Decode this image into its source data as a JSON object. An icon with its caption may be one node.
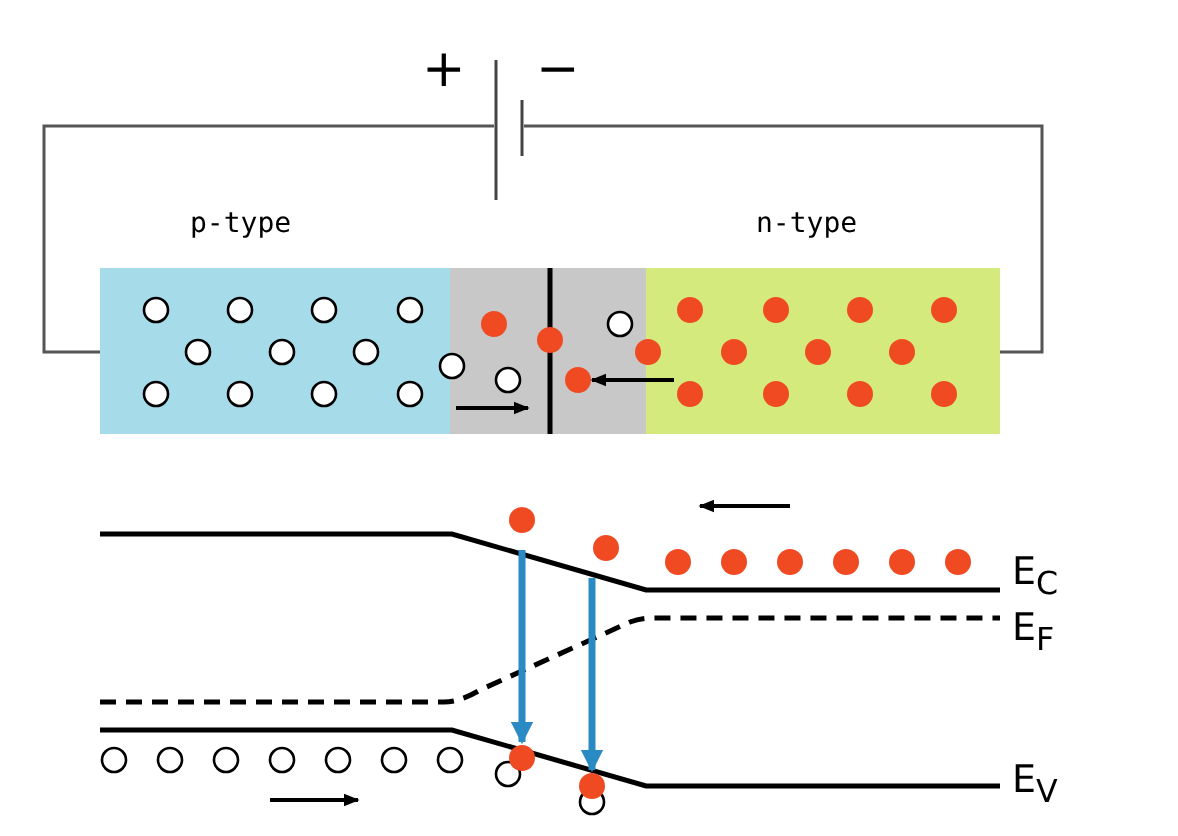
{
  "diagram": {
    "nodes": [
      {
        "text": [],
        "shape": "battery",
        "beside": [
          "+",
          "−"
        ]
      },
      {
        "text": [
          "p-type"
        ]
      },
      {
        "text": [],
        "shape": "box"
      },
      {
        "text": [
          "n-type"
        ]
      }
    ],
    "edges": [
      {
        "from": 0,
        "to": 1,
        "arrow": "none"
      },
      {
        "from": 0,
        "to": 3,
        "arrow": "none"
      }
    ],
    "labels": [
      "E$_{C}$",
      "E$_{F}$",
      "E$_{V}$"
    ]
  }
}
